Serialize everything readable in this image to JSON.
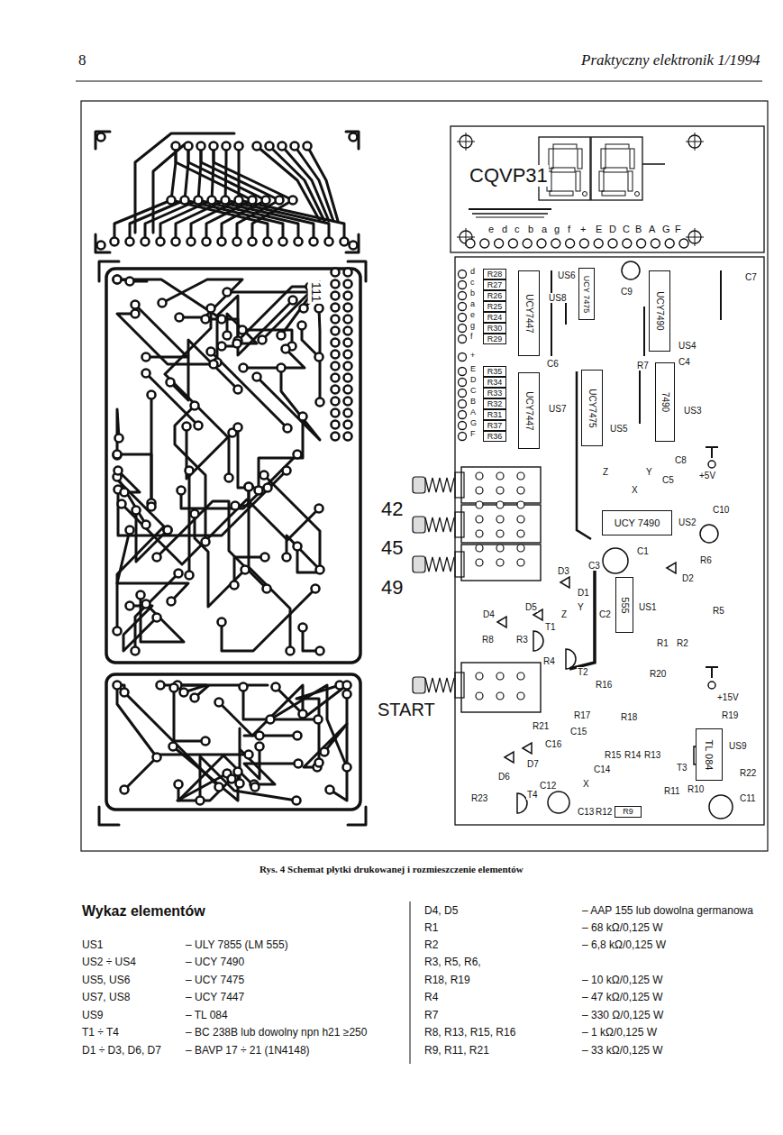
{
  "diagram": {
    "caption": "Rys. 4 Schemat płytki drukowanej i rozmieszczenie elementów",
    "nodes": [
      {
        "text": [
          "UCY7447"
        ]
      },
      {
        "text": [
          "UCY 7475"
        ]
      },
      {
        "text": [
          "UCY7490"
        ]
      },
      {
        "text": [
          "UCY7447"
        ]
      },
      {
        "text": [
          "UCY7475"
        ]
      },
      {
        "text": [
          "7490"
        ]
      },
      {
        "text": [
          "UCY 7490"
        ]
      },
      {
        "text": [
          "555"
        ]
      },
      {
        "text": [
          "TL 084"
        ]
      },
      {
        "text": [
          "R28"
        ]
      },
      {
        "text": [
          "R27"
        ]
      },
      {
        "text": [
          "R26"
        ]
      },
      {
        "text": [
          "R25"
        ]
      },
      {
        "text": [
          "R24"
        ]
      },
      {
        "text": [
          "R30"
        ]
      },
      {
        "text": [
          "R29"
        ]
      },
      {
        "text": [
          "R35"
        ]
      },
      {
        "text": [
          "R34"
        ]
      },
      {
        "text": [
          "R33"
        ]
      },
      {
        "text": [
          "R32"
        ]
      },
      {
        "text": [
          "R31"
        ]
      },
      {
        "text": [
          "R37"
        ]
      },
      {
        "text": [
          "R36"
        ]
      },
      {
        "text": [
          "R9"
        ]
      }
    ],
    "labels": [
      "8",
      "Praktyczny elektronik 1/1994",
      "111",
      "CQVP31",
      "e",
      "d",
      "c",
      "b",
      "a",
      "g",
      "f",
      "+",
      "E",
      "D",
      "C",
      "B",
      "A",
      "G",
      "F",
      "d",
      "c",
      "b",
      "a",
      "e",
      "g",
      "f",
      "+",
      "E",
      "D",
      "C",
      "B",
      "A",
      "G",
      "F",
      "US8",
      "US6",
      "C9",
      "C7",
      "US4",
      "R7",
      "C4",
      "C6",
      "US7",
      "US5",
      "US3",
      "Z",
      "Y",
      "X",
      "C8",
      "C5",
      "+5V",
      "US2",
      "C10",
      "D3",
      "C3",
      "C1",
      "D1",
      "D2",
      "R6",
      "US1",
      "R5",
      "R1",
      "R2",
      "C2",
      "D5",
      "T1",
      "D4",
      "R3",
      "R8",
      "Z",
      "Y",
      "R4",
      "T2",
      "R16",
      "R20",
      "+15V",
      "R19",
      "US9",
      "R17",
      "R18",
      "C15",
      "C16",
      "R21",
      "R15",
      "R14",
      "R13",
      "D7",
      "C14",
      "X",
      "D6",
      "T4",
      "R23",
      "T3",
      "R11",
      "R10",
      "C13",
      "R12",
      "C12",
      "R22",
      "C11",
      "42",
      "45",
      "49",
      "START",
      "Wykaz elementów",
      "US1",
      "– ULY 7855 (LM 555)",
      "US2 ÷ US4",
      "– UCY 7490",
      "US5, US6",
      "– UCY 7475",
      "US7, US8",
      "– UCY 7447",
      "US9",
      "– TL 084",
      "T1 ÷ T4",
      "– BC 238B lub dowolny npn h21 ≥250",
      "D1 ÷ D3, D6, D7",
      "– BAVP 17 ÷ 21 (1N4148)",
      "D4, D5",
      "– AAP 155 lub dowolna germanowa",
      "R1",
      "– 68 kΩ/0,125 W",
      "R2",
      "– 6,8 kΩ/0,125 W",
      "R3, R5, R6,",
      "R18, R19",
      "– 10 kΩ/0,125 W",
      "R4",
      "– 47 kΩ/0,125 W",
      "R7",
      "– 330 Ω/0,125 W",
      "R8, R13, R15, R16",
      "– 1 kΩ/0,125 W",
      "R9, R11, R21",
      "– 33 kΩ/0,125 W"
    ]
  }
}
